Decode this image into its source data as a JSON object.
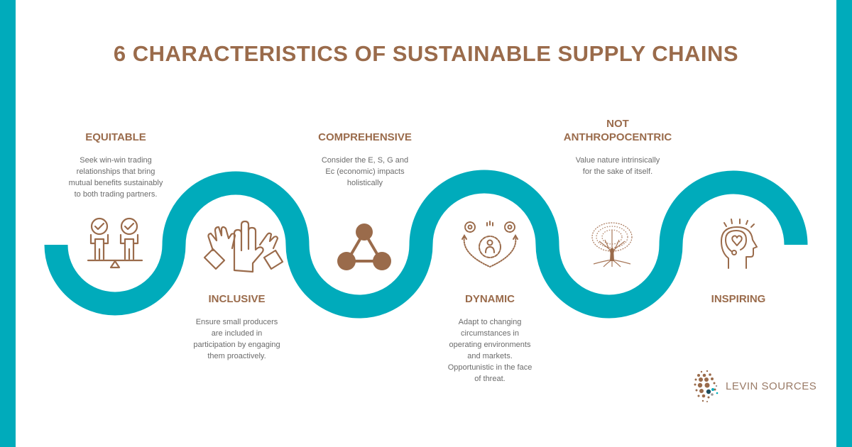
{
  "title": "6 CHARACTERISTICS OF SUSTAINABLE SUPPLY CHAINS",
  "colors": {
    "teal": "#00abbb",
    "brown": "#9a6b4b",
    "text_gray": "#6b6b6b",
    "background": "#ffffff"
  },
  "characteristics": [
    {
      "heading": "EQUITABLE",
      "description": "Seek win-win trading\nrelationships that bring\nmutual benefits sustainably\nto both trading partners.",
      "icon": "balance-scale-people-icon",
      "position": "top"
    },
    {
      "heading": "INCLUSIVE",
      "description": "Ensure small producers\nare included in\nparticipation by engaging\nthem proactively.",
      "icon": "high-five-hands-icon",
      "position": "bottom"
    },
    {
      "heading": "COMPREHENSIVE",
      "description": "Consider the E, S, G and\nEc (economic) impacts\nholistically",
      "icon": "network-triangle-icon",
      "position": "top"
    },
    {
      "heading": "DYNAMIC",
      "description": "Adapt to changing\ncircumstances in\noperating environments\nand markets.\nOpportunistic in the face\nof threat.",
      "icon": "gears-cycle-icon",
      "position": "bottom"
    },
    {
      "heading": "NOT\nANTHROPOCENTRIC",
      "heading_line1": "NOT",
      "heading_line2": "ANTHROPOCENTRIC",
      "description": "Value nature intrinsically\nfor the sake of itself.",
      "icon": "tree-icon",
      "position": "top"
    },
    {
      "heading": "INSPIRING",
      "description": "",
      "icon": "head-heart-icon",
      "position": "bottom"
    }
  ],
  "logo": {
    "text": "LEVIN SOURCES",
    "icon": "dot-cluster-logo-icon"
  }
}
